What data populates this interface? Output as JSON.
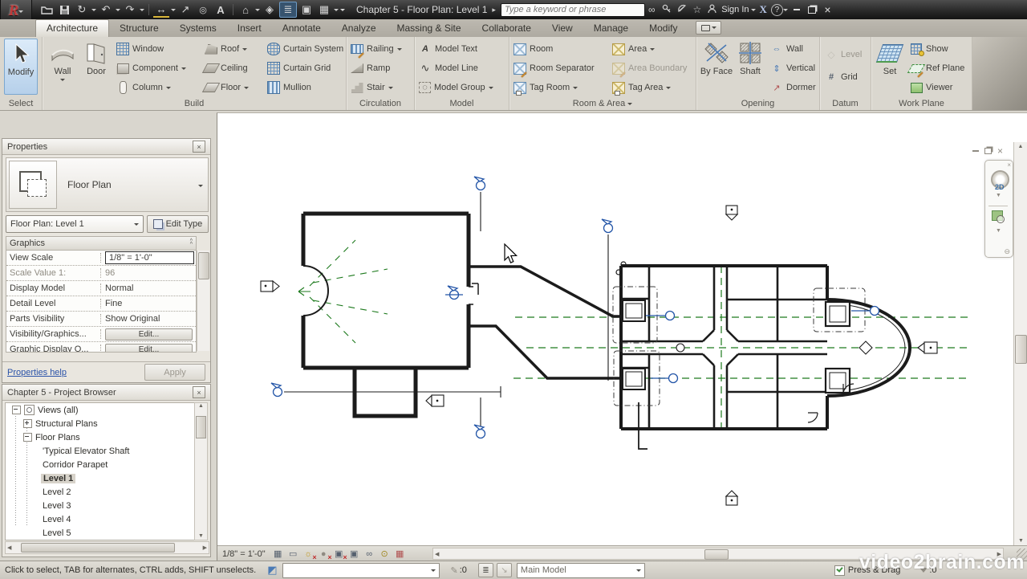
{
  "titlebar": {
    "app_button": "R",
    "title": "Chapter 5 - Floor Plan: Level 1",
    "search_placeholder": "Type a keyword or phrase",
    "sign_in": "Sign In",
    "exchange": "X",
    "help": "?"
  },
  "icons": {
    "sync": "↻",
    "undo": "↶",
    "redo": "↷",
    "measure": "↔",
    "dimension": "↗",
    "tag": "◎",
    "text": "A",
    "home": "⌂",
    "section": "◈",
    "thin_lines": "≣",
    "close_win": "▣",
    "switch_win": "▦",
    "binoculars": "∞",
    "key": "⚿",
    "comm": "☊",
    "star": "☆",
    "person": "☻",
    "close": "×",
    "title_arrow": "▸",
    "detail_level": "▦",
    "visual_style": "▭",
    "sun": "☼",
    "shadow": "●",
    "crop": "▣",
    "glasses": "∞",
    "bulb": "⊙",
    "wshare": "▦",
    "left": "◀",
    "right": "▶",
    "up": "▲",
    "down": "▼",
    "worksets": "◩",
    "pencil": "✎",
    "lines": "≣",
    "arrow_se": "↘",
    "level": "◇",
    "hash": "#",
    "model_line": "∿",
    "group": "◌"
  },
  "tabs": {
    "items": [
      "Architecture",
      "Structure",
      "Systems",
      "Insert",
      "Annotate",
      "Analyze",
      "Massing & Site",
      "Collaborate",
      "View",
      "Manage",
      "Modify"
    ],
    "active": "Architecture"
  },
  "ribbon": {
    "select": {
      "label": "Select",
      "modify": "Modify"
    },
    "build": {
      "label": "Build",
      "wall": "Wall",
      "door": "Door",
      "window": "Window",
      "component": "Component",
      "column": "Column",
      "roof": "Roof",
      "ceiling": "Ceiling",
      "floor": "Floor",
      "curtain_system": "Curtain System",
      "curtain_grid": "Curtain Grid",
      "mullion": "Mullion"
    },
    "circulation": {
      "label": "Circulation",
      "railing": "Railing",
      "ramp": "Ramp",
      "stair": "Stair"
    },
    "model": {
      "label": "Model",
      "model_text": "Model Text",
      "model_line": "Model Line",
      "model_group": "Model Group"
    },
    "room_area": {
      "label": "Room & Area",
      "room": "Room",
      "room_separator": "Room Separator",
      "tag_room": "Tag Room",
      "area": "Area",
      "area_boundary": "Area Boundary",
      "tag_area": "Tag Area"
    },
    "opening": {
      "label": "Opening",
      "by_face": "By Face",
      "shaft": "Shaft",
      "wall": "Wall",
      "vertical": "Vertical",
      "dormer": "Dormer"
    },
    "datum": {
      "label": "Datum",
      "level": "Level",
      "grid": "Grid"
    },
    "work_plane": {
      "label": "Work Plane",
      "set": "Set",
      "show": "Show",
      "ref_plane": "Ref Plane",
      "viewer": "Viewer"
    }
  },
  "properties": {
    "title": "Properties",
    "type_name": "Floor Plan",
    "instance": "Floor Plan: Level 1",
    "edit_type": "Edit Type",
    "section": "Graphics",
    "rows": [
      {
        "label": "View Scale",
        "value": "1/8\" = 1'-0\""
      },
      {
        "label": "Scale Value    1:",
        "value": "96"
      },
      {
        "label": "Display Model",
        "value": "Normal"
      },
      {
        "label": "Detail Level",
        "value": "Fine"
      },
      {
        "label": "Parts Visibility",
        "value": "Show Original"
      },
      {
        "label": "Visibility/Graphics...",
        "value": "Edit..."
      },
      {
        "label": "Graphic Display O...",
        "value": "Edit..."
      }
    ],
    "help": "Properties help",
    "apply": "Apply"
  },
  "browser": {
    "title": "Chapter 5 - Project Browser",
    "root": "Views (all)",
    "structural": "Structural Plans",
    "floor_plans": "Floor Plans",
    "items": [
      "'Typical Elevator Shaft",
      "Corridor Parapet",
      "Level 1",
      "Level 2",
      "Level 3",
      "Level 4",
      "Level 5"
    ],
    "selected": "Level 1"
  },
  "canvas": {
    "nav_wheel": "2D"
  },
  "view_bar": {
    "scale": "1/8\" = 1'-0\""
  },
  "status_bar": {
    "hint": "Click to select, TAB for alternates, CTRL adds, SHIFT unselects.",
    "editable_count": ":0",
    "workset_combo": "",
    "main_model": "Main Model",
    "press_drag": "Press & Drag",
    "filter_count": ":0"
  },
  "watermark": "video2brain.com"
}
